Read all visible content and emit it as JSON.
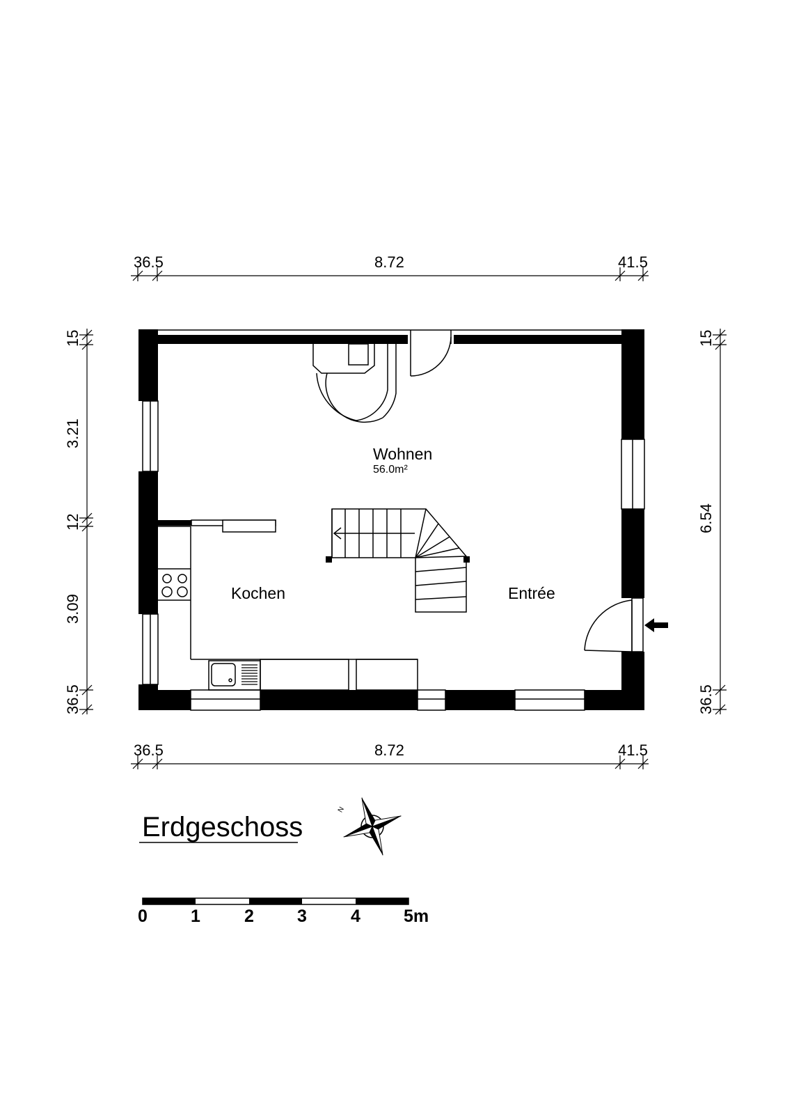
{
  "title": "Erdgeschoss",
  "rooms": {
    "wohnen": {
      "name": "Wohnen",
      "area": "56.0m²"
    },
    "kochen": {
      "name": "Kochen"
    },
    "entree": {
      "name": "Entrée"
    }
  },
  "dimensions": {
    "top": [
      "36.5",
      "8.72",
      "41.5"
    ],
    "bottom": [
      "36.5",
      "8.72",
      "41.5"
    ],
    "left": [
      "15",
      "3.21",
      "12",
      "3.09",
      "36.5"
    ],
    "right": [
      "15",
      "6.54",
      "36.5"
    ]
  },
  "scale_bar": {
    "labels": [
      "0",
      "1",
      "2",
      "3",
      "4",
      "5m"
    ]
  },
  "compass": {
    "north_label": "N"
  }
}
